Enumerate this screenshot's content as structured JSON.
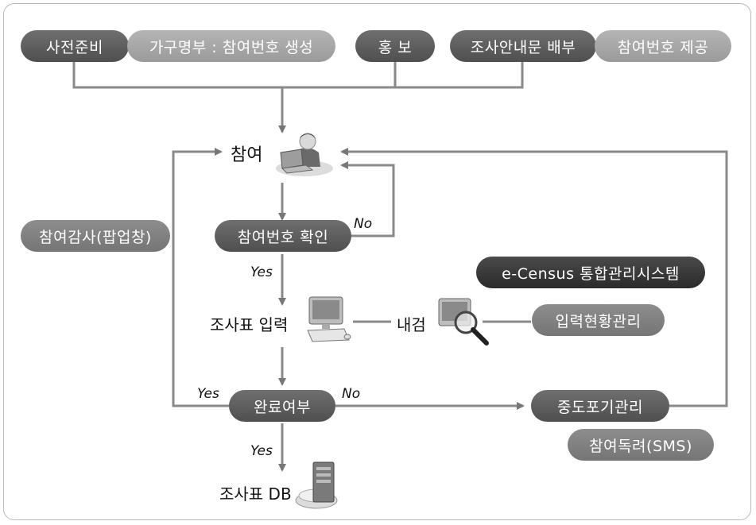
{
  "top_row": {
    "prep": "사전준비",
    "household": "가구명부 : 참여번호 생성",
    "promo": "홍 보",
    "guide": "조사안내문 배부",
    "number": "참여번호 제공"
  },
  "participate": "참여",
  "verify": "참여번호 확인",
  "thanks": "참여감사(팝업창)",
  "input": "조사표 입력",
  "check": "내검",
  "ecensus": "e-Census 통합관리시스템",
  "status": "입력현황관리",
  "done": "완료여부",
  "dropout": "중도포기관리",
  "sms": "참여독려(SMS)",
  "db": "조사표 DB",
  "labels": {
    "no1": "No",
    "yes1": "Yes",
    "yes2": "Yes",
    "no2": "No",
    "yes3": "Yes"
  },
  "icons": [
    "person-laptop-icon",
    "computer-keyboard-icon",
    "computer-magnifier-icon",
    "server-database-icon"
  ]
}
